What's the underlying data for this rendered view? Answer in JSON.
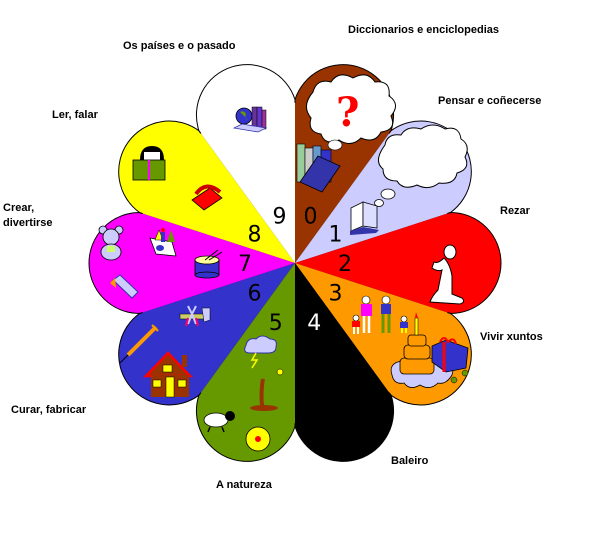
{
  "diagram": {
    "type": "flower-wheel",
    "center_note": "10 petals numbered 0-9 clockwise from top",
    "petals": [
      {
        "number": "0",
        "label": "Diccionarios e enciclopedias",
        "color": "#993300",
        "icons": [
          "question-cloud-icon",
          "encyclopedia-books-icon"
        ]
      },
      {
        "number": "1",
        "label": "Pensar e coñecerse",
        "color": "#ccccff",
        "icons": [
          "thought-cloud-icon",
          "open-book-icon"
        ]
      },
      {
        "number": "2",
        "label": "Rezar",
        "color": "#ff0000",
        "icons": [
          "praying-figure-icon"
        ]
      },
      {
        "number": "3",
        "label": "Vivir xuntos",
        "color": "#ff9900",
        "icons": [
          "family-icon",
          "birthday-cake-icon",
          "gift-box-icon"
        ]
      },
      {
        "number": "4",
        "label": "Baleiro",
        "color": "#000000",
        "icons": []
      },
      {
        "number": "5",
        "label": "A natureza",
        "color": "#669900",
        "icons": [
          "storm-cloud-icon",
          "palm-tree-icon",
          "sheep-icon",
          "flower-icon"
        ]
      },
      {
        "number": "6",
        "label": "Curar, fabricar",
        "color": "#3333cc",
        "icons": [
          "tools-icon",
          "syringe-icon",
          "house-icon"
        ]
      },
      {
        "number": "7",
        "label": "Crear, divertirse",
        "color": "#ff00ff",
        "icons": [
          "teddy-bear-icon",
          "paint-crayons-icon",
          "drum-icon",
          "rocket-icon"
        ]
      },
      {
        "number": "8",
        "label": "Ler, falar",
        "color": "#ffff00",
        "icons": [
          "reading-person-icon",
          "telephone-icon"
        ]
      },
      {
        "number": "9",
        "label": "Os países e o pasado",
        "color": "#ffffff",
        "icons": [
          "globe-books-icon"
        ]
      }
    ]
  },
  "labels": {
    "l0": "Diccionarios e enciclopedias",
    "l1": "Pensar e coñecerse",
    "l2": "Rezar",
    "l3": "Vivir xuntos",
    "l4": "Baleiro",
    "l5": "A natureza",
    "l6": "Curar, fabricar",
    "l7a": "Crear,",
    "l7b": "divertirse",
    "l8": "Ler, falar",
    "l9": "Os países e o pasado"
  },
  "icon_glyphs": {
    "question": "?"
  }
}
